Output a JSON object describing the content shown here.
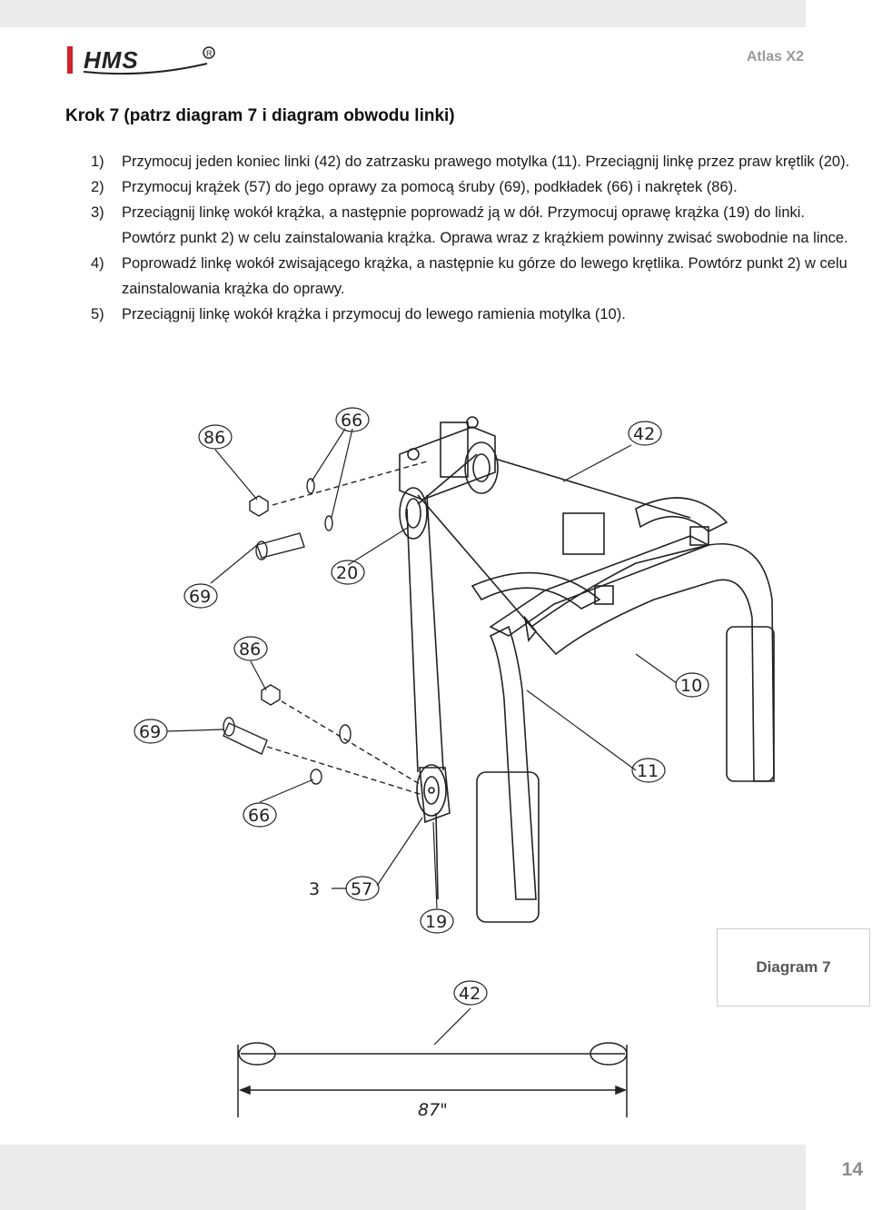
{
  "header": {
    "brand": "HMS",
    "doc_title": "Atlas X2"
  },
  "step_heading": "Krok 7 (patrz diagram 7 i diagram obwodu linki)",
  "instructions": [
    {
      "num": "1)",
      "text": "Przymocuj jeden koniec linki (42) do zatrzasku prawego motylka (11). Przeciągnij linkę przez praw krętlik (20)."
    },
    {
      "num": "2)",
      "text": "Przymocuj krążek (57) do jego oprawy za pomocą śruby (69), podkładek (66) i nakrętek (86)."
    },
    {
      "num": "3)",
      "text": "Przeciągnij linkę wokół krążka, a następnie poprowadź ją w dół. Przymocuj oprawę krążka (19) do linki. Powtórz punkt 2) w celu zainstalowania krążka. Oprawa wraz z krążkiem powinny zwisać swobodnie na lince."
    },
    {
      "num": "4)",
      "text": "Poprowadź linkę wokół zwisającego krążka, a następnie ku górze do lewego krętlika. Powtórz punkt 2) w celu zainstalowania krążka do oprawy."
    },
    {
      "num": "5)",
      "text": "Przeciągnij linkę wokół krążka i przymocuj do lewego ramienia motylka (10)."
    }
  ],
  "diagram": {
    "part_labels": {
      "p86a": "86",
      "p66a": "66",
      "p42a": "42",
      "p69a": "69",
      "p20": "20",
      "p86b": "86",
      "p10": "10",
      "p69b": "69",
      "p11": "11",
      "p66b": "66",
      "p3": "3",
      "p57": "57",
      "p19": "19",
      "p42b": "42",
      "length": "87\""
    }
  },
  "label_box": "Diagram 7",
  "page_number": "14"
}
